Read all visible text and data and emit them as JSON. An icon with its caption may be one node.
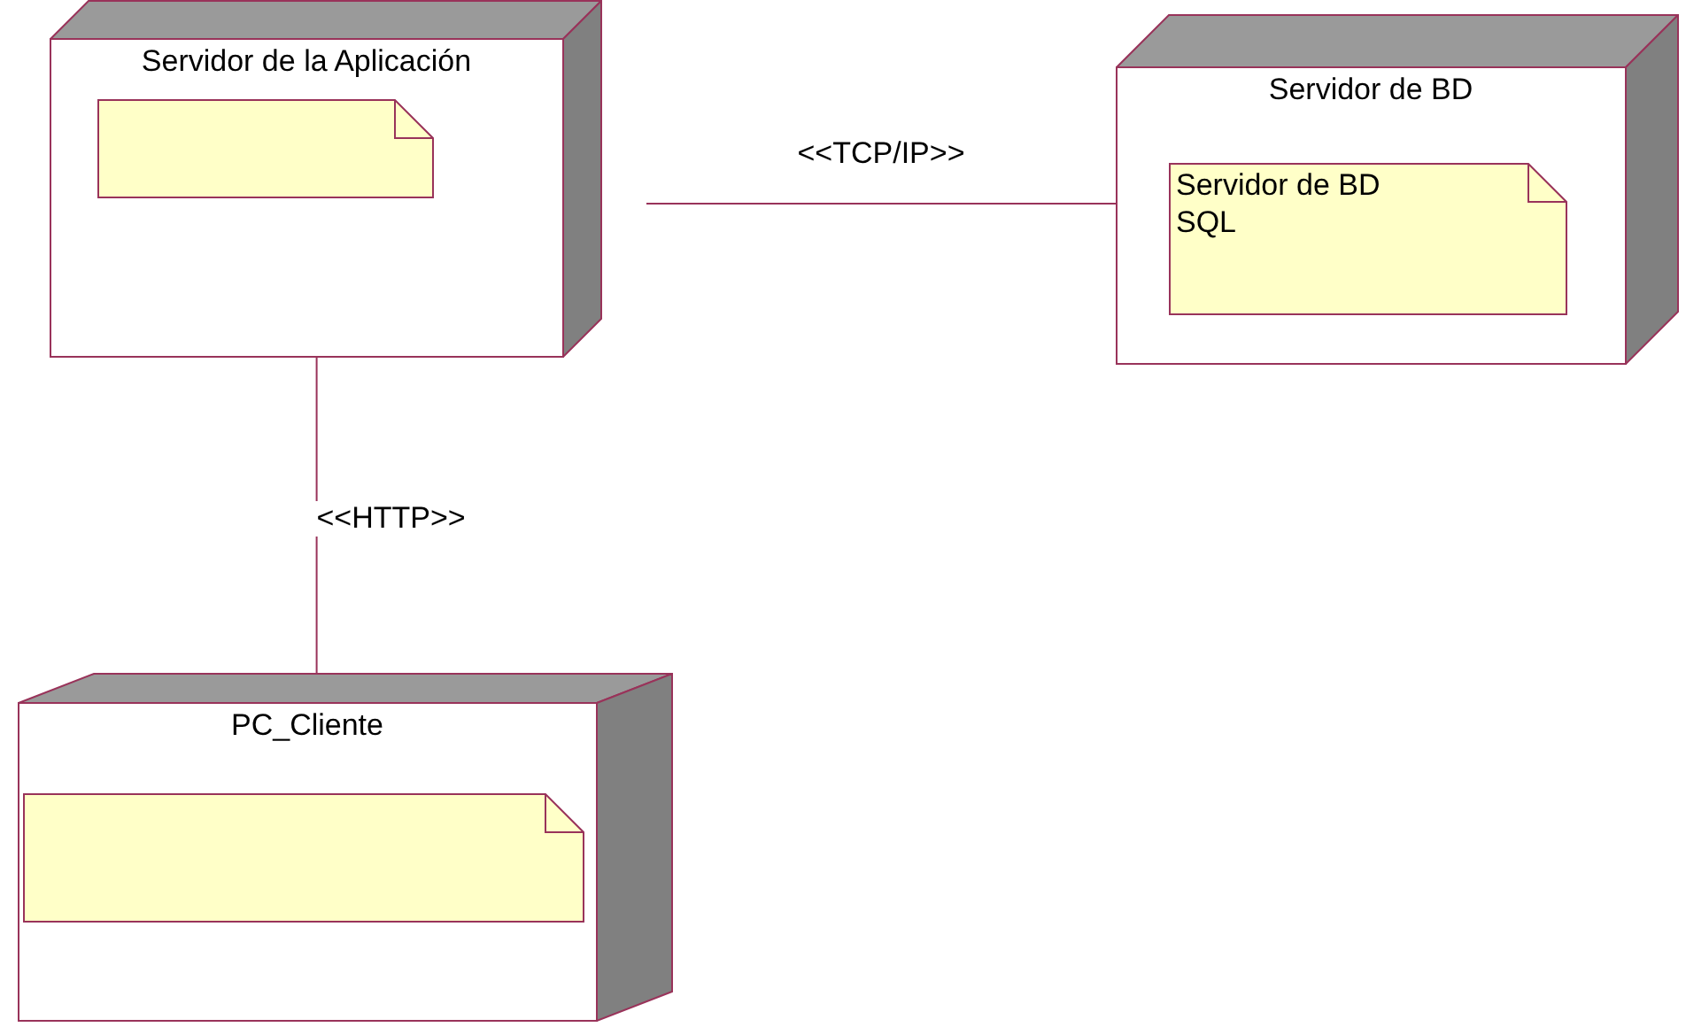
{
  "diagram": {
    "nodes": [
      {
        "text": [
          "Servidor de la Aplicación"
        ]
      },
      {
        "text": [],
        "shape": "note",
        "in": 0
      },
      {
        "text": [
          "Servidor de BD"
        ]
      },
      {
        "text": [
          "Servidor de BD",
          "SQL"
        ],
        "in": 2
      },
      {
        "text": [
          "PC_Cliente"
        ]
      },
      {
        "text": [],
        "shape": "note",
        "in": 4
      }
    ],
    "edges": [
      {
        "from": 0,
        "to": 2,
        "arrow": "none",
        "label": "<<TCP/IP>>"
      },
      {
        "from": 0,
        "to": 4,
        "arrow": "none",
        "label": "<<HTTP>>"
      }
    ]
  }
}
